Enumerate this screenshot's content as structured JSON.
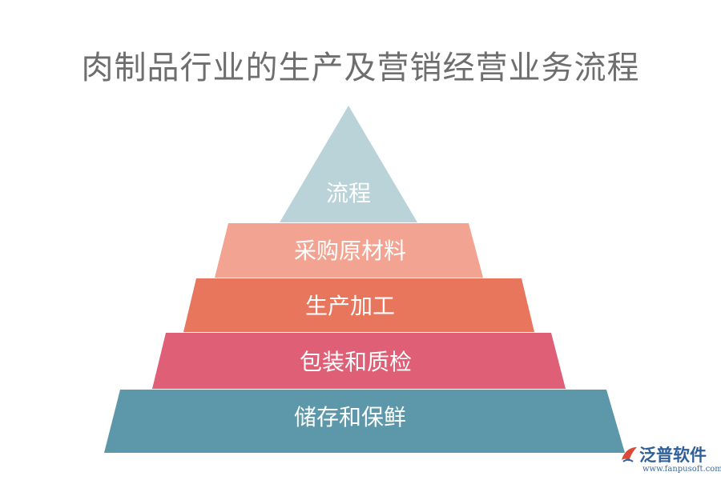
{
  "title": "肉制品行业的生产及营销经营业务流程",
  "levels": [
    {
      "label": "流程",
      "color": "#b9d3d9"
    },
    {
      "label": "采购原材料",
      "color": "#f3a391"
    },
    {
      "label": "生产加工",
      "color": "#e8765c"
    },
    {
      "label": "包装和质检",
      "color": "#df5f76"
    },
    {
      "label": "储存和保鲜",
      "color": "#5d98aa"
    }
  ],
  "logo": {
    "name": "泛普软件",
    "url": "www.fanpusoft.com",
    "color": "#2f5f9a"
  }
}
